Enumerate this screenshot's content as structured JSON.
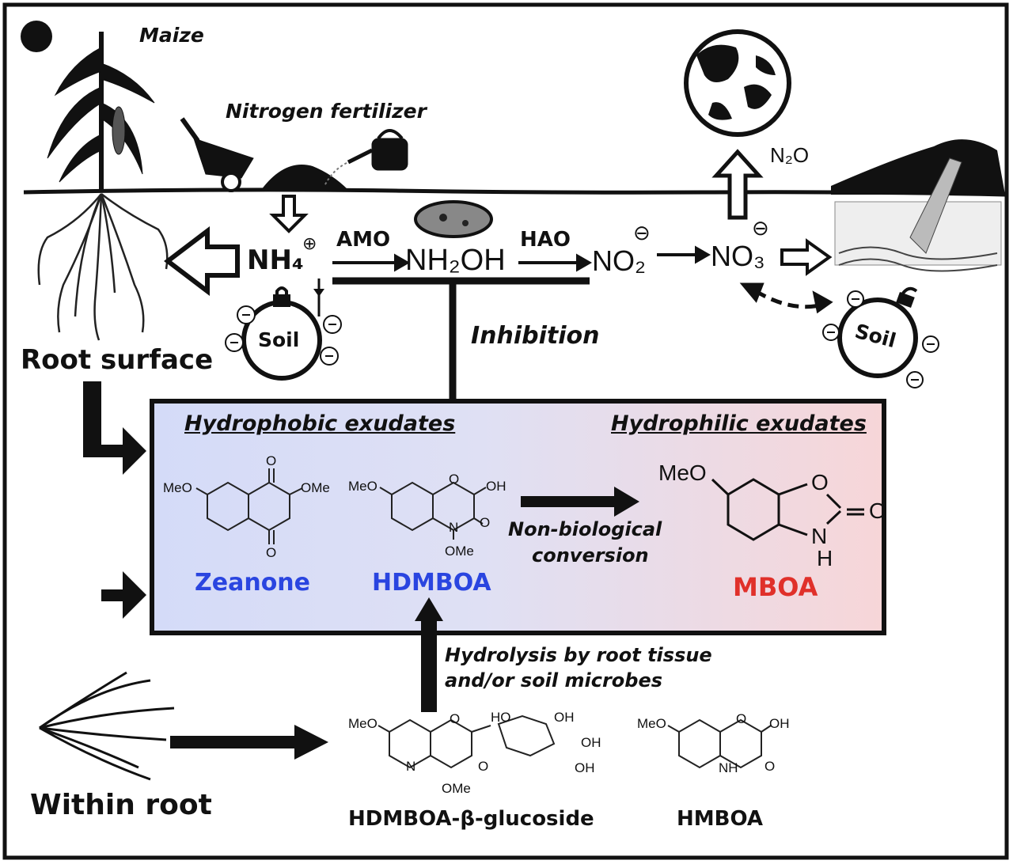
{
  "labels": {
    "maize": "Maize",
    "fertilizer": "Nitrogen fertilizer",
    "n2o": "N₂O",
    "ammonium": "NH₄",
    "amo": "AMO",
    "hydroxylamine": "NH₂OH",
    "hao": "HAO",
    "nitrite": "NO₂",
    "nitrate": "NO₃",
    "soil_left": "Soil",
    "soil_right": "Soil",
    "inhibition": "Inhibition",
    "root_surface": "Root surface",
    "within_root": "Within root",
    "hydrophobic": "Hydrophobic exudates",
    "hydrophilic": "Hydrophilic exudates",
    "conversion_line1": "Non-biological",
    "conversion_line2": "conversion",
    "hydrolysis_line1": "Hydrolysis by root tissue",
    "hydrolysis_line2": "and/or soil microbes"
  },
  "compounds": {
    "zeanone": "Zeanone",
    "hdmboa": "HDMBOA",
    "mboa": "MBOA",
    "glucoside": "HDMBOA-β-glucoside",
    "hmboa": "HMBOA"
  },
  "atoms": {
    "meo": "MeO",
    "ome": "OMe",
    "o": "O",
    "oh": "OH",
    "ho": "HO",
    "n": "N",
    "h": "H",
    "nh": "NH"
  },
  "colors": {
    "blue_label": "#2a45e0",
    "red_label": "#e0302a",
    "panel_left": "#d6dcf8",
    "panel_right": "#f6d6d8",
    "ink": "#111111"
  }
}
